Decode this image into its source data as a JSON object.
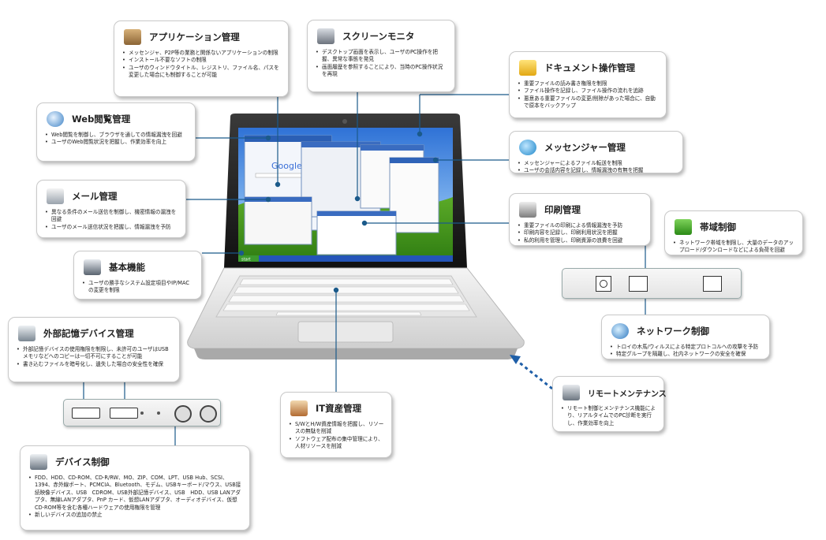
{
  "boxes": {
    "app": {
      "title": "アプリケーション管理",
      "icon": "app-box-icon",
      "items": [
        "メッセンジャ、P2P等の業務と関係ないアプリケーションの制限",
        "インストール不要なソフトの制限",
        "ユーザのウィンドウタイトル、レジストリ、ファイル名、パスを変更した場合にも制御することが可能"
      ]
    },
    "screen": {
      "title": "スクリーンモニタ",
      "icon": "monitor-icon",
      "items": [
        "デスクトップ画面を表示し、ユーザのPC操作を把握、異常な事態を発見",
        "画面履歴を参照することにより、当時のPC操作状況を再現"
      ]
    },
    "doc": {
      "title": "ドキュメント操作管理",
      "icon": "folder-icon",
      "items": [
        "重要ファイルの読み書き権限を制限",
        "ファイル操作を記録し、ファイル操作の流れを追跡",
        "悪意ある重要ファイルの変更/削除があった場合に、自動で原本をバックアップ"
      ]
    },
    "web": {
      "title": "Web閲覧管理",
      "icon": "web-search-icon",
      "items": [
        "Web閲覧を制御し、ブラウザを通しての情報漏洩を回避",
        "ユーザのWeb閲覧状況を把握し、作業効率を向上"
      ]
    },
    "messenger": {
      "title": "メッセンジャー管理",
      "icon": "messenger-icon",
      "items": [
        "メッセンジャーによるファイル転送を制限",
        "ユーザの会話内容を記録し、情報漏洩の有無を把握"
      ]
    },
    "mail": {
      "title": "メール管理",
      "icon": "mail-icon",
      "items": [
        "異なる条件のメール送信を制御し、機密情報の漏洩を回避",
        "ユーザのメール送信状況を把握し、情報漏洩を予防"
      ]
    },
    "print": {
      "title": "印刷管理",
      "icon": "printer-icon",
      "items": [
        "重要ファイルの印刷による情報漏洩を予防",
        "印刷内容を記録し、印刷利用状況を把握",
        "私的利用を管理し、印刷資源の浪費を回避"
      ]
    },
    "bandwidth": {
      "title": "帯域制御",
      "icon": "bandwidth-icon",
      "items": [
        "ネットワーク帯域を制限し、大量のデータのアップロード/ダウンロードなどによる負荷を回避"
      ]
    },
    "basic": {
      "title": "基本機能",
      "icon": "computer-icon",
      "items": [
        "ユーザの勝手なシステム設定項目やIP/MACの変更を制限"
      ]
    },
    "external": {
      "title": "外部記憶デバイス管理",
      "icon": "usb-drive-icon",
      "items": [
        "外部記憶デバイスの使用権限を制限し、未許可のユーザはUSBメモリなどへのコピーは一切不可にすることが可能",
        "書き込むファイルを暗号化し、遺失した場合の安全性を確保"
      ]
    },
    "network": {
      "title": "ネットワーク制御",
      "icon": "network-globe-icon",
      "items": [
        "トロイの木馬/ウィルスによる特定プロトコルへの攻撃を予防",
        "特定グループを隔離し、社内ネットワークの安全を確保"
      ]
    },
    "remote": {
      "title": "リモートメンテナンス",
      "icon": "remote-pc-icon",
      "items": [
        "リモート制御とメンテナンス機能により、リアルタイムでのPC診断を実行し、作業効率を向上"
      ]
    },
    "itasset": {
      "title": "IT資産管理",
      "icon": "it-asset-icon",
      "items": [
        "S/WとH/W資産情報を把握し、リソースの無駄を削減",
        "ソフトウェア配布の集中管理により、人材リソースを削減"
      ]
    },
    "device": {
      "title": "デバイス制御",
      "icon": "device-drive-icon",
      "items": [
        "FDD、HDD、CD-ROM、CD-R/RW、MO、ZIP、COM、LPT、USB Hub、SCSI、1394、赤外線ポート、PCMCIA、Bluetooth、モデム、USBキーボード/マウス、USB接続映像デバイス、USB　CDROM、USB外部記憶デバイス、USB　HDD、USB LANアダプタ、無線LANアダプタ、PnP カード、仮想LANアダプタ、オーディオデバイス、仮想CD-ROM等を含む各種ハードウェアの使用権限を管理",
        "新しいデバイスの追加の禁止"
      ]
    }
  },
  "laptop": {
    "taskbar_start": "start",
    "search_logo": "Google"
  },
  "colors": {
    "connector": "#1b5a8a",
    "remote_arrow": "#1f5fa8",
    "box_border": "#c9c9c9"
  }
}
